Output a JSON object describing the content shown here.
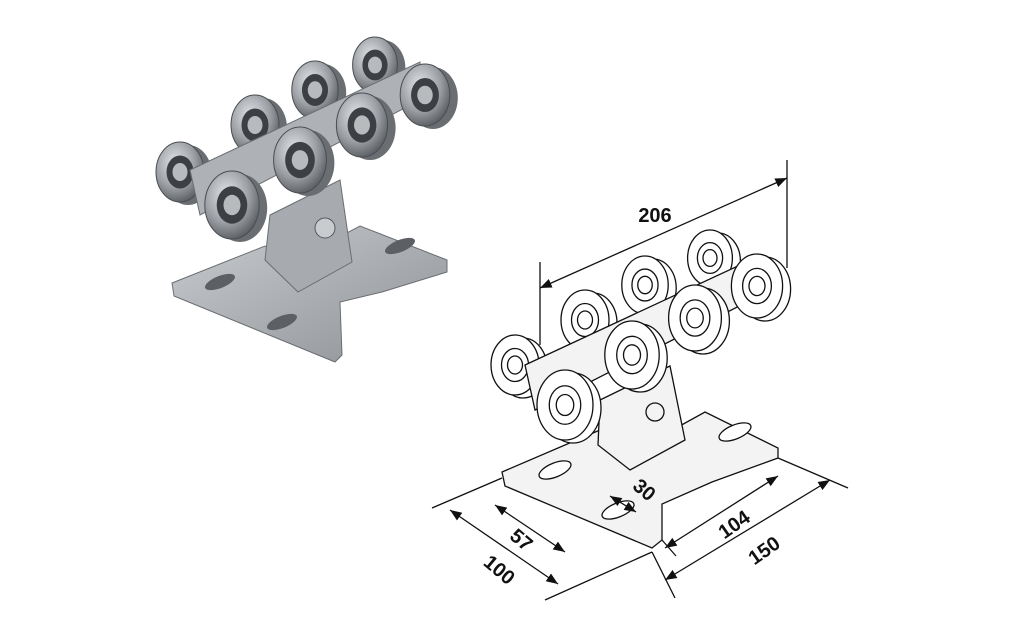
{
  "figure": {
    "photo_label": "carriage-render",
    "drawing_label": "carriage-dimension-drawing",
    "dimensions": {
      "length": "206",
      "slot_offset": "30",
      "slot_spacing_short": "57",
      "plate_width": "100",
      "slot_spacing_long": "104",
      "plate_length": "150"
    },
    "colors": {
      "metal": "#9a9ea3",
      "metal_dark": "#4a4d52",
      "line": "#111111",
      "fill": "#f3f3f3"
    }
  }
}
